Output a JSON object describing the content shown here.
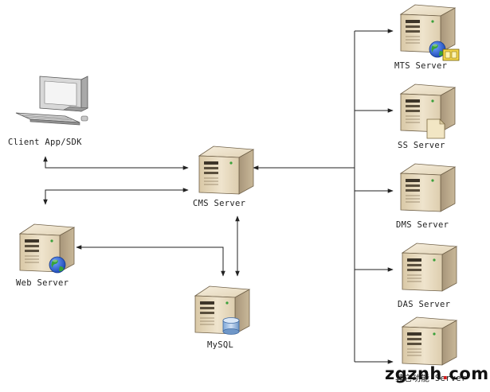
{
  "nodes": {
    "client": {
      "label": "Client App/SDK"
    },
    "cms": {
      "label": "CMS Server"
    },
    "web": {
      "label": "Web Server"
    },
    "mysql": {
      "label": "MySQL"
    },
    "mts": {
      "label": "MTS Server"
    },
    "ss": {
      "label": "SS Server"
    },
    "dms": {
      "label": "DMS Server"
    },
    "das": {
      "label": "DAS Server"
    },
    "other": {
      "label": "其它功能 Server"
    }
  },
  "watermark": {
    "text_main": "zgznh",
    "text_dot": ".",
    "text_tail": "com"
  },
  "colors": {
    "server_body": "#e9dcc2",
    "server_side": "#b9a78a",
    "line": "#222222",
    "globe_blue": "#2b64d6",
    "globe_green": "#2f9c2f",
    "watermark_dot": "#d21d1d"
  }
}
